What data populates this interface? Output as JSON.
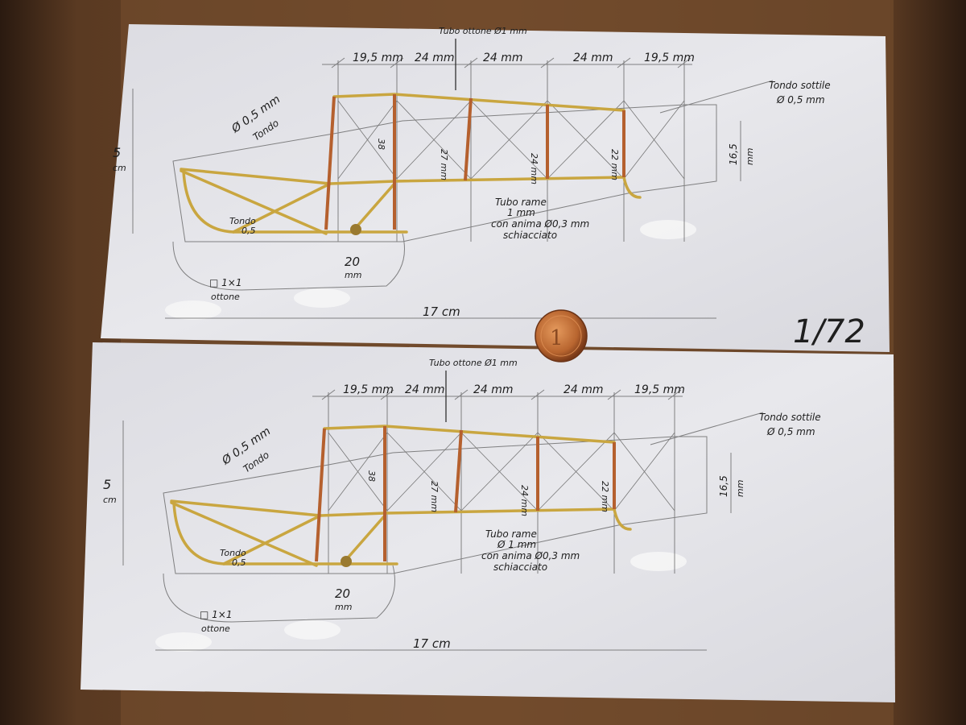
{
  "scale_label": "1/72",
  "colors": {
    "wood": "#6b4529",
    "paper": "#e6e6ea",
    "brass": "#c9a640",
    "copper": "#b5602e",
    "pencil": "#555555",
    "coin": "#b8652f"
  },
  "panels": [
    {
      "name": "top-drawing",
      "tube_label": "Tubo ottone Ø1 mm",
      "bays": [
        "19,5 mm",
        "24 mm",
        "24 mm",
        "24 mm",
        "19,5 mm"
      ],
      "tail_wire_label": [
        "Tondo sottile",
        "Ø 0,5 mm"
      ],
      "diag_label": [
        "Ø 0,5 mm",
        "Tondo"
      ],
      "height_label": [
        "5",
        "cm"
      ],
      "tail_height_label": [
        "16,5",
        "mm"
      ],
      "verticals": [
        "38",
        "27 mm",
        "24 mm",
        "22 mm"
      ],
      "lower_wire_label": [
        "Tondo",
        "0,5"
      ],
      "square_label": [
        "□ 1×1",
        "ottone"
      ],
      "gear_label": [
        "20",
        "mm"
      ],
      "length_label": "17 cm",
      "copper_label": [
        "Tubo rame",
        "1 mm",
        "con anima Ø0,3 mm",
        "schiacciato"
      ]
    },
    {
      "name": "bottom-drawing",
      "tube_label": "Tubo ottone Ø1 mm",
      "bays": [
        "19,5 mm",
        "24 mm",
        "24 mm",
        "24 mm",
        "19,5 mm"
      ],
      "tail_wire_label": [
        "Tondo sottile",
        "Ø 0,5 mm"
      ],
      "diag_label": [
        "Ø 0,5 mm",
        "Tondo"
      ],
      "height_label": [
        "5",
        "cm"
      ],
      "tail_height_label": [
        "16,5",
        "mm"
      ],
      "verticals": [
        "38",
        "27 mm",
        "24 mm",
        "22 mm"
      ],
      "lower_wire_label": [
        "Tondo",
        "0,5"
      ],
      "square_label": [
        "□ 1×1",
        "ottone"
      ],
      "gear_label": [
        "20",
        "mm"
      ],
      "length_label": "17 cm",
      "copper_label": [
        "Tubo rame",
        "Ø 1 mm",
        "con anima Ø0,3 mm",
        "schiacciato"
      ]
    }
  ]
}
